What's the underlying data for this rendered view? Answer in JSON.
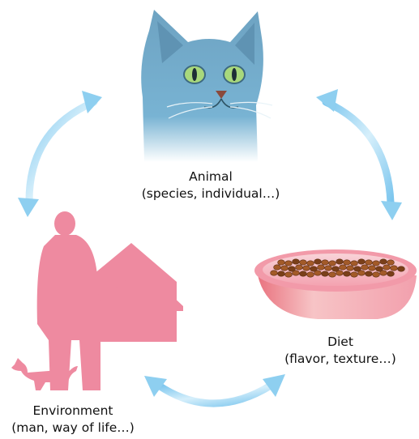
{
  "labels": {
    "animal": {
      "title": "Animal",
      "detail": "(species, individual…)"
    },
    "diet": {
      "title": "Diet",
      "detail": "(flavor, texture…)"
    },
    "environment": {
      "title": "Environment",
      "detail": "(man, way of life…)"
    }
  },
  "colors": {
    "arrow": "#8ecff0",
    "cat_fur": "#6fa8c6",
    "cat_eye": "#a8d87c",
    "human": "#ee8aa0",
    "bowl": "#f4a4b2",
    "kibble": "#a35a28"
  }
}
